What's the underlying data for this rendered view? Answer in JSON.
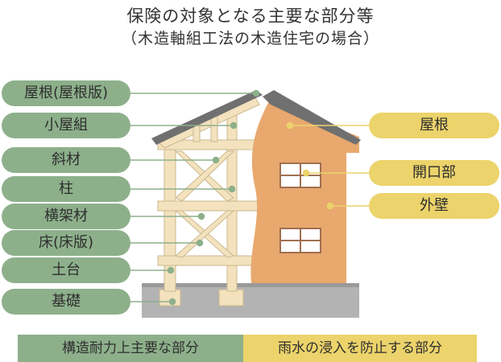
{
  "title": "保険の対象となる主要な部分等",
  "subtitle": "（木造軸組工法の木造住宅の場合）",
  "structural_parts": [
    "屋根(屋根版)",
    "小屋組",
    "斜材",
    "柱",
    "横架材",
    "床(床版)",
    "土台",
    "基礎"
  ],
  "rain_parts": [
    "屋根",
    "開口部",
    "外壁"
  ],
  "legend": {
    "structural": "構造耐力上主要な部分",
    "rain": "雨水の浸入を防止する部分"
  },
  "colors": {
    "structural": "#8db08b",
    "rain": "#ecd36b",
    "wood": "#f3e2bd",
    "wall": "#e8a86e",
    "roof": "#707070",
    "ground": "#b3b3b3"
  }
}
